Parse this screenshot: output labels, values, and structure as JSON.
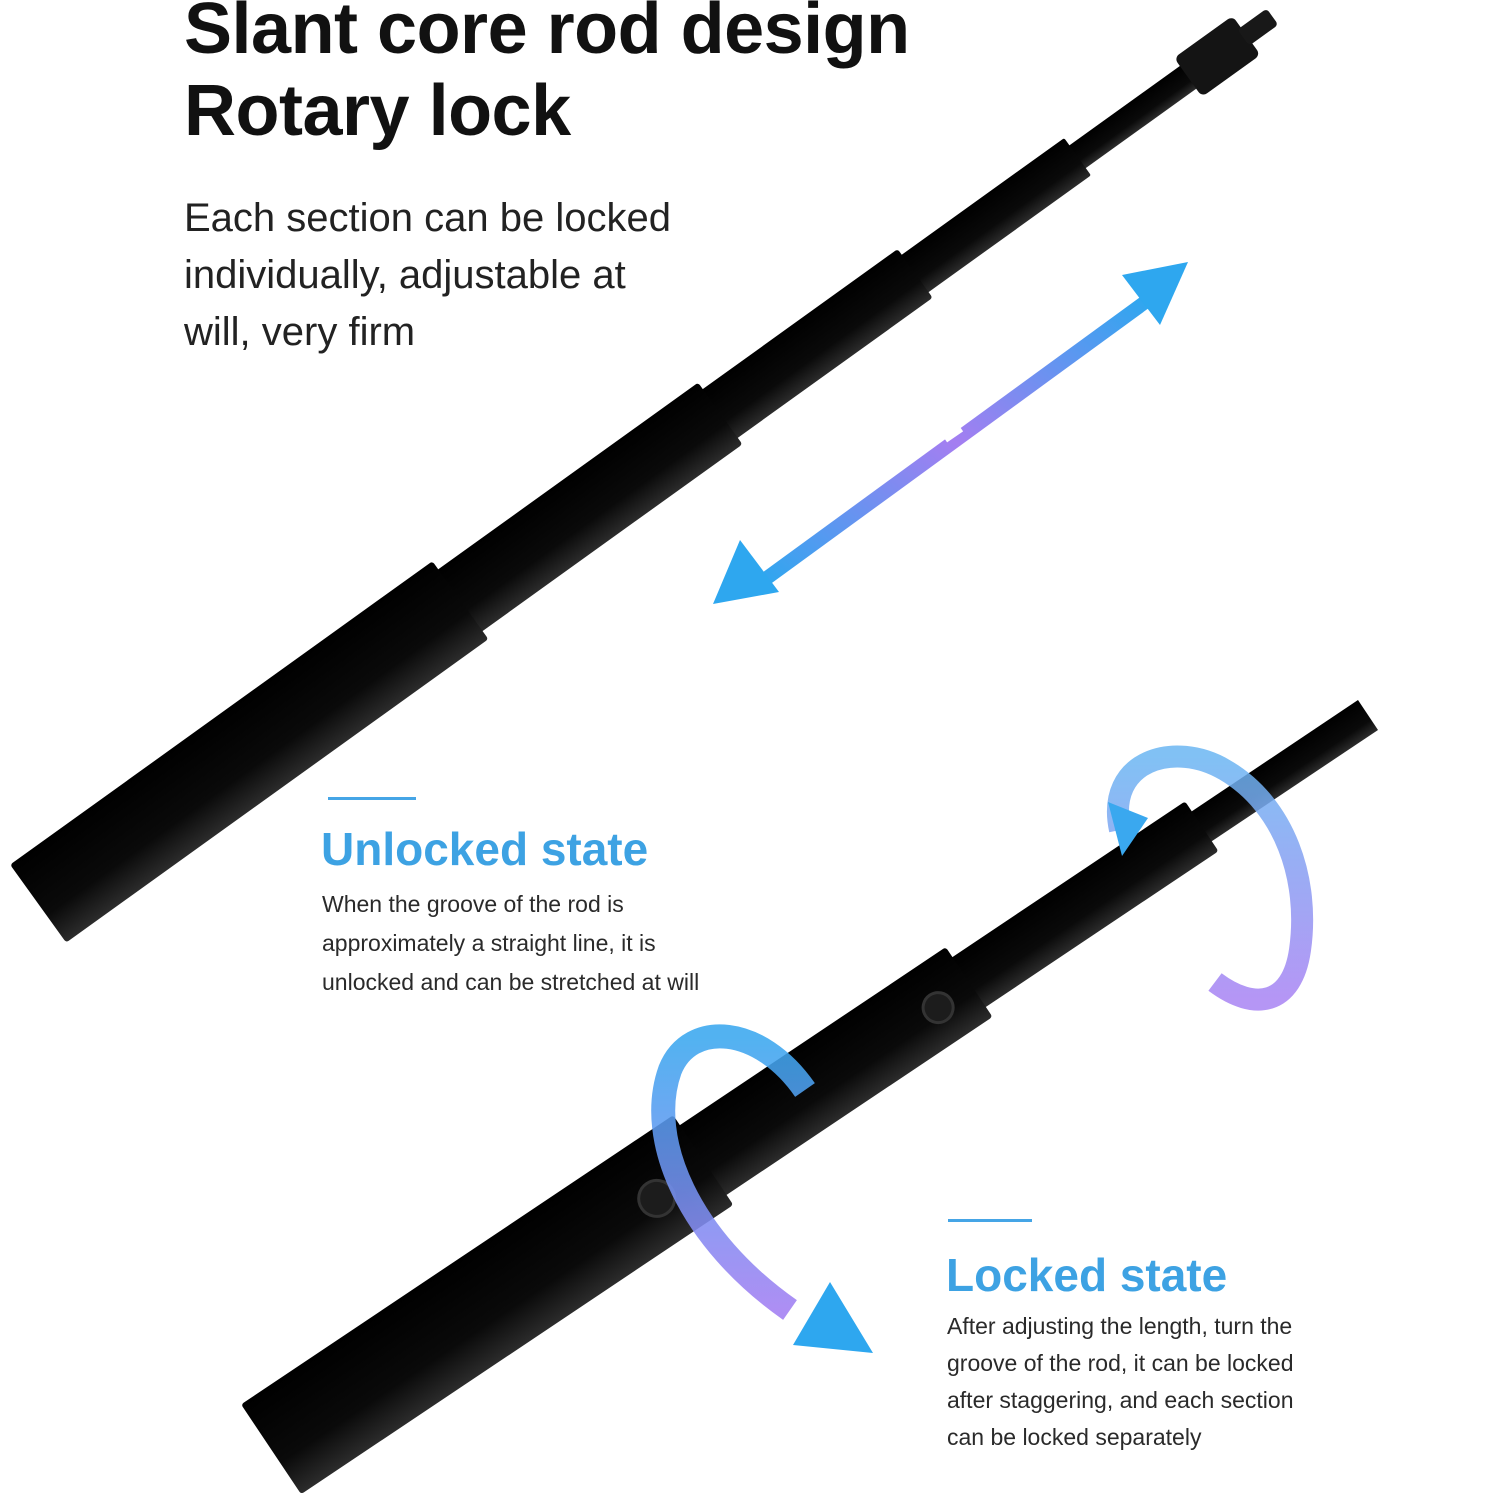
{
  "header": {
    "title_lines": [
      "Slant core rod design",
      "Rotary lock"
    ],
    "lead_lines": [
      "Each section can be locked",
      "individually, adjustable at",
      "will, very firm"
    ]
  },
  "unlocked": {
    "title": "Unlocked state",
    "desc_lines": [
      "When the groove of the rod is",
      "approximately a straight line, it is",
      "unlocked and can be stretched at will"
    ]
  },
  "locked": {
    "title": "Locked state",
    "desc_lines": [
      "After adjusting the length, turn the",
      "groove of the rod, it can be locked",
      "after staggering, and each section",
      "can be locked separately"
    ]
  },
  "colors": {
    "accent_blue": "#3da2e3",
    "arrow_gradient": [
      "#30a6ee",
      "#9a7ff0"
    ],
    "rod": "#0b0b0b"
  },
  "icons": [
    "double-arrow-icon",
    "rotate-arrow-icon"
  ]
}
